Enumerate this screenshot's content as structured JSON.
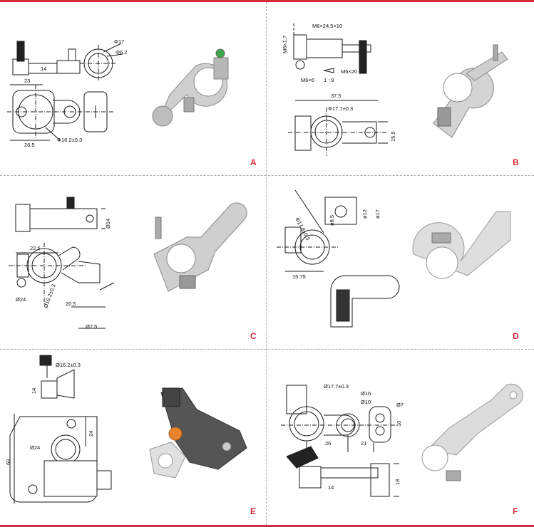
{
  "colors": {
    "accent": "#d8283a",
    "divider": "#a8a8a8",
    "drawing": "#1a1a1a",
    "metal": "#c9c9c9",
    "plastic": "#4d4d4d",
    "orange": "#e8842c"
  },
  "panels": [
    {
      "letter": "A",
      "dims": [
        "Φ17",
        "Φ6.2",
        "14",
        "23",
        "26.5",
        "Φ16.2±0.3"
      ]
    },
    {
      "letter": "B",
      "dims": [
        "M6×24.5×10",
        "M6×1.7",
        "M6×20",
        "M6×6",
        "1 : 9",
        "37.5",
        "Φ17.7±0.3",
        "15.5"
      ]
    },
    {
      "letter": "C",
      "dims": [
        "Ø14",
        "22.5",
        "Ø24",
        "Ø16.2±0.3",
        "20.5",
        "Ø7.5"
      ]
    },
    {
      "letter": "D",
      "dims": [
        "Φ17.8±0.3",
        "ø12",
        "ø17",
        "ø8.5",
        "15.75"
      ]
    },
    {
      "letter": "E",
      "dims": [
        "Ø16.2±0.3",
        "14",
        "24",
        "Ø24",
        "69"
      ]
    },
    {
      "letter": "F",
      "dims": [
        "Ø17.7±0.3",
        "Ø16",
        "Ø10",
        "Ø7",
        "10",
        "26",
        "21",
        "14",
        "18"
      ]
    }
  ]
}
